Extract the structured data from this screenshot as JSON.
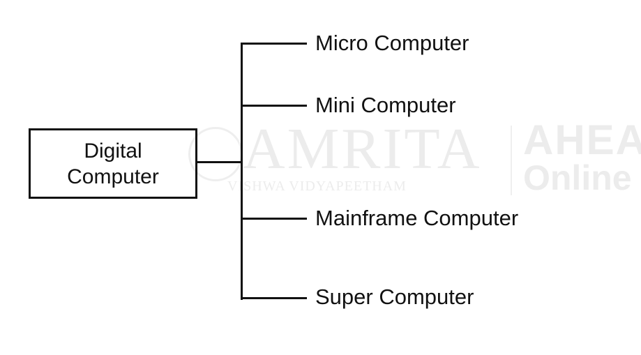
{
  "watermark": {
    "main": "AMRITA",
    "sub": "VISHWA VIDYAPEETHAM",
    "brand": "AHEA",
    "online": "Online"
  },
  "root": {
    "line1": "Digital",
    "line2": "Computer"
  },
  "branches": [
    {
      "label": "Micro Computer"
    },
    {
      "label": "Mini Computer"
    },
    {
      "label": "Mainframe Computer"
    },
    {
      "label": "Super Computer"
    }
  ]
}
